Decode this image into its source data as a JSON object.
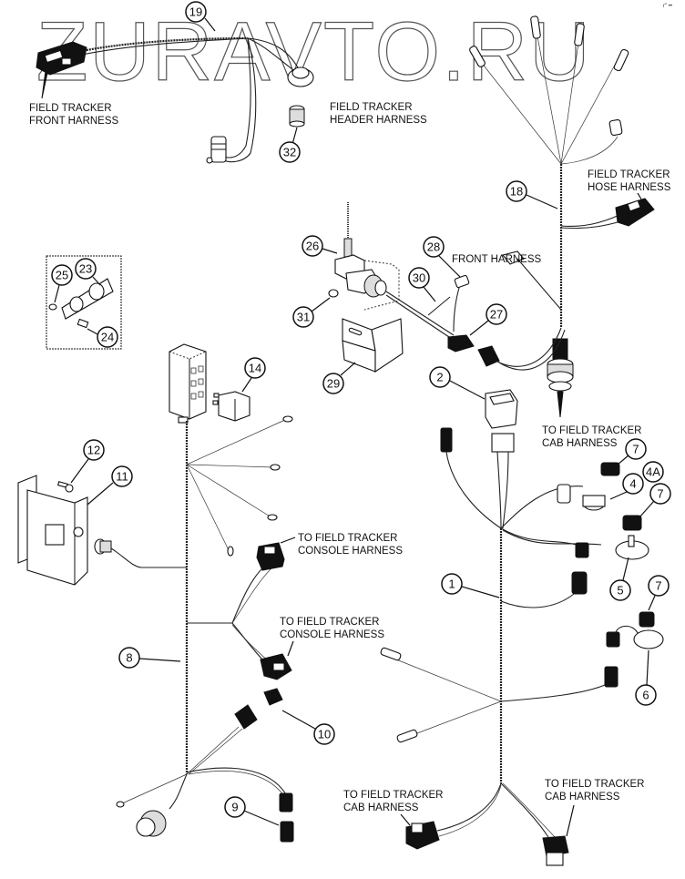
{
  "watermark": "ZURAVTO.RU",
  "corner_mark": "r\" ••",
  "labels": {
    "front_harness_top": [
      "FIELD TRACKER",
      "FRONT HARNESS"
    ],
    "header_harness": [
      "FIELD TRACKER",
      "HEADER HARNESS"
    ],
    "hose_harness": [
      "FIELD TRACKER",
      "HOSE HARNESS"
    ],
    "front_harness_mid": "FRONT HARNESS",
    "cab_harness_upper": [
      "TO FIELD TRACKER",
      "CAB HARNESS"
    ],
    "console_harness_1": [
      "TO FIELD TRACKER",
      "CONSOLE HARNESS"
    ],
    "console_harness_2": [
      "TO FIELD TRACKER",
      "CONSOLE HARNESS"
    ],
    "cab_harness_left": [
      "TO FIELD TRACKER",
      "CAB HARNESS"
    ],
    "cab_harness_right": [
      "TO FIELD TRACKER",
      "CAB HARNESS"
    ]
  },
  "callouts": {
    "c19": "19",
    "c32": "32",
    "c18": "18",
    "c26": "26",
    "c28": "28",
    "c30": "30",
    "c31": "31",
    "c27": "27",
    "c29": "29",
    "c25": "25",
    "c23": "23",
    "c24": "24",
    "c14": "14",
    "c2": "2",
    "c12": "12",
    "c11": "11",
    "c7a": "7",
    "c4a": "4A",
    "c4": "4",
    "c7b": "7",
    "c5": "5",
    "c1": "1",
    "c7c": "7",
    "c6": "6",
    "c8": "8",
    "c10": "10",
    "c9": "9"
  }
}
